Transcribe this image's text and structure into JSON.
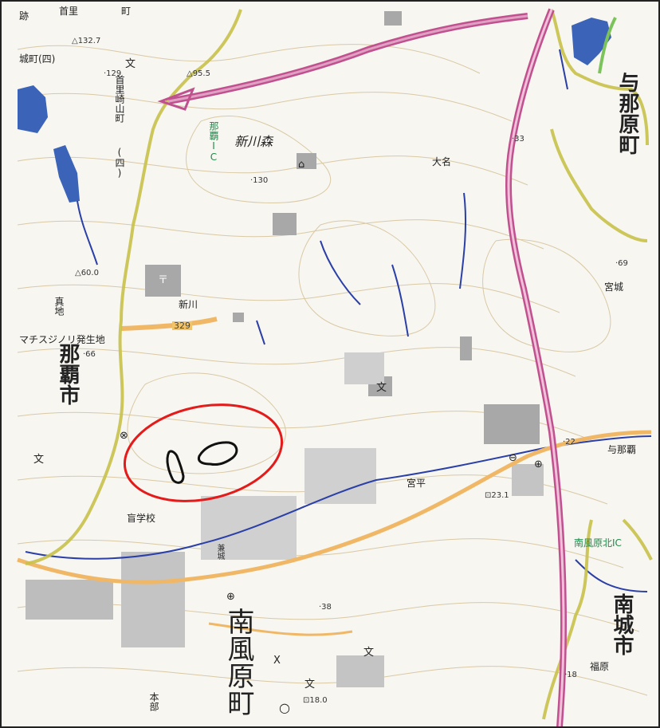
{
  "labels": {
    "yonabaru_town": "与那原町",
    "naha_city": "那覇市",
    "haebaru_town": "南風原町",
    "nanjo_city": "南城市",
    "arakawa_mori": "新川森",
    "naha_ic": "那覇IC",
    "oona": "大名",
    "miyagi": "宮城",
    "arakawa": "新川",
    "mahira": "宮平",
    "yonaha": "与那覇",
    "haebaru_kita_ic": "南風原北IC",
    "fukuhara": "福原",
    "motobu": "本部",
    "school": "盲学校",
    "kaneshiro": "兼城",
    "shuri_sakiyama": "首里崎山町",
    "shuri_sakiyama_sub": "(四)",
    "castle_town": "城町(四)",
    "mazichi": "真地",
    "seaweed_site": "マチスジノリ発生地",
    "ruins": "跡",
    "route_329": "329",
    "shuri_top": "首里",
    "shuri_town_top": "町"
  },
  "elevations": {
    "e132": "△132.7",
    "e129": "·129",
    "e95": "△95.5",
    "e130": "·130",
    "e33": "·33",
    "e69": "·69",
    "e60": "△60.0",
    "e66": "·66",
    "e22": "·22",
    "e23": "⊡23.1",
    "e38": "·38",
    "e18_bottom": "⊡18.0",
    "e18_right": "·18"
  },
  "colors": {
    "expressway": "#c0508e",
    "boundary": "#c8c24a",
    "river": "#2a3fa8",
    "water": "#3b63b8",
    "highlight": "#e41b1b",
    "road_orange": "#f0b866",
    "contour": "#d9c9a5",
    "building": "#8a8a8a"
  },
  "icons": [
    "school-icon",
    "shrine-icon",
    "post-office-icon",
    "police-icon",
    "temple-icon",
    "triangulation-icon"
  ]
}
